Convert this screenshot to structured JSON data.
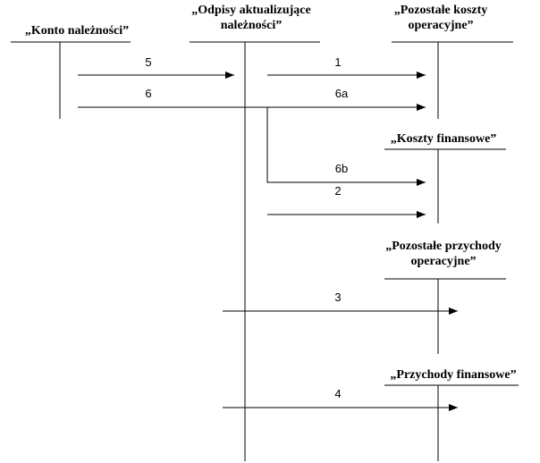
{
  "accounts": {
    "konto_naleznosci": "„Konto należności”",
    "odpisy_line1": "„Odpisy aktualizujące",
    "odpisy_line2": "należności”",
    "pozostale_koszty_line1": "„Pozostałe koszty",
    "pozostale_koszty_line2": "operacyjne”",
    "koszty_finansowe": "„Koszty finansowe”",
    "pozostale_przychody_line1": "„Pozostałe przychody",
    "pozostale_przychody_line2": "operacyjne”",
    "przychody_finansowe": "„Przychody finansowe”"
  },
  "flows": {
    "f5": "5",
    "f6": "6",
    "f1": "1",
    "f6a": "6a",
    "f6b": "6b",
    "f2": "2",
    "f3": "3",
    "f4": "4"
  }
}
